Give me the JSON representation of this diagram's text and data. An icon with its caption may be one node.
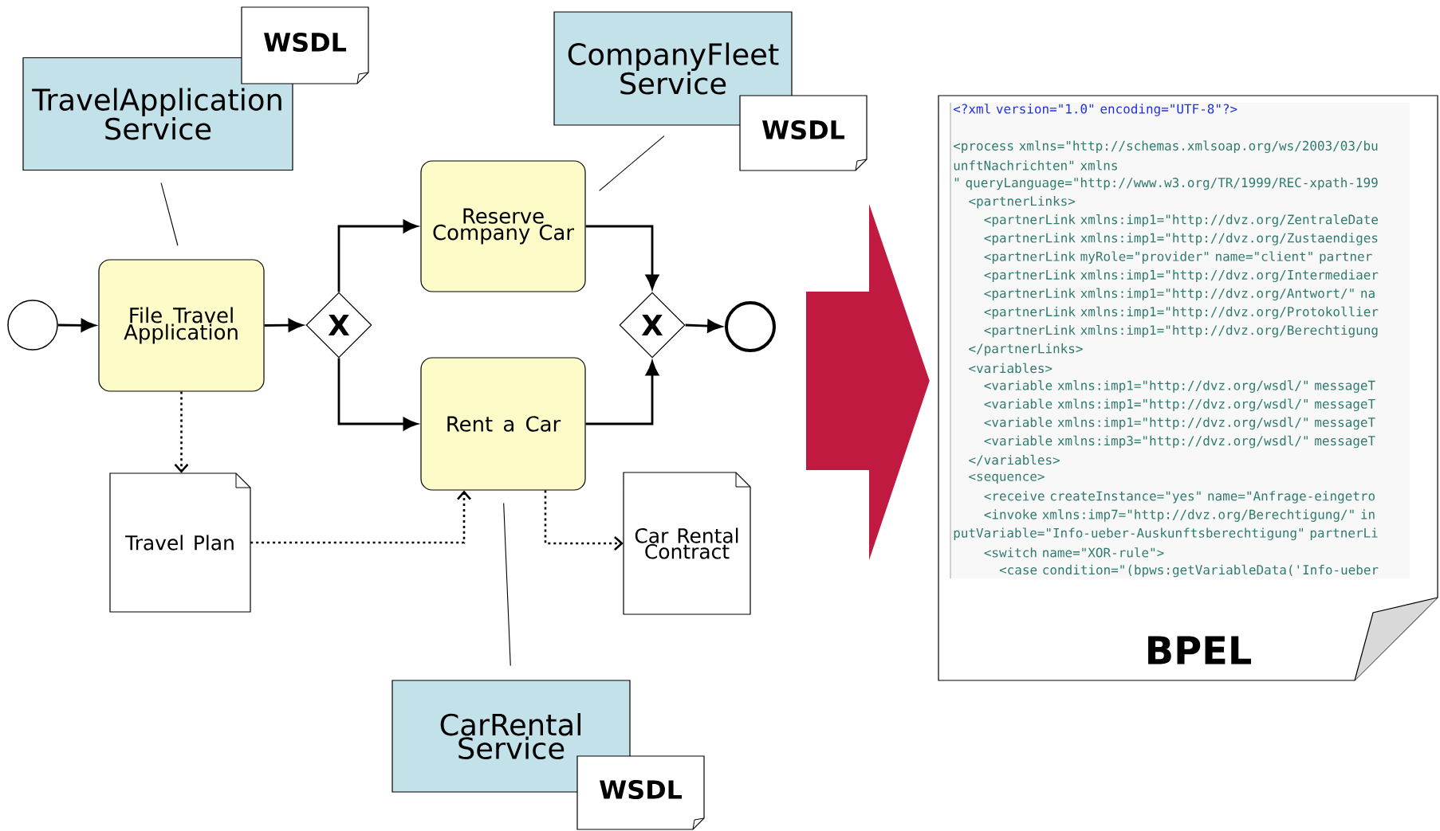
{
  "diagram": {
    "nodes": [
      {
        "text": [
          "TravelApplication Service"
        ]
      },
      {
        "text": [
          "WSDL"
        ]
      },
      {
        "text": [
          "CompanyFleet Service"
        ]
      },
      {
        "text": [
          "WSDL"
        ]
      },
      {
        "text": [],
        "shape": "circle"
      },
      {
        "text": [
          "File Travel Application"
        ]
      },
      {
        "text": [
          "X"
        ]
      },
      {
        "text": [
          "Reserve Company Car"
        ]
      },
      {
        "text": [
          "Rent a Car"
        ]
      },
      {
        "text": [
          "X"
        ]
      },
      {
        "text": [],
        "shape": "circle"
      },
      {
        "text": [
          "Travel Plan"
        ]
      },
      {
        "text": [
          "Car Rental Contract"
        ]
      },
      {
        "text": [
          "CarRental Service"
        ]
      },
      {
        "text": [
          "WSDL"
        ]
      },
      {
        "text": [
          "BPEL"
        ]
      }
    ],
    "edges": [
      {
        "from": 4,
        "to": 5,
        "arrow": "to"
      },
      {
        "from": 5,
        "to": 6,
        "arrow": "to"
      },
      {
        "from": 6,
        "to": 7,
        "arrow": "to"
      },
      {
        "from": 6,
        "to": 8,
        "arrow": "to"
      },
      {
        "from": 7,
        "to": 9,
        "arrow": "to"
      },
      {
        "from": 8,
        "to": 9,
        "arrow": "to"
      },
      {
        "from": 9,
        "to": 10,
        "arrow": "to"
      },
      {
        "from": 5,
        "to": 11,
        "arrow": "to",
        "style": "dashed"
      },
      {
        "from": 11,
        "to": 8,
        "arrow": "to",
        "style": "dashed"
      },
      {
        "from": 8,
        "to": 12,
        "arrow": "to",
        "style": "dashed"
      },
      {
        "from": 0,
        "to": 5,
        "arrow": "none"
      },
      {
        "from": 2,
        "to": 7,
        "arrow": "none"
      },
      {
        "from": 13,
        "to": 8,
        "arrow": "none"
      },
      {
        "from": null,
        "to": 15,
        "arrow": "to",
        "color": "#c01a40"
      }
    ],
    "labels": [
      "<?xml version=\"1.0\" encoding=\"UTF-8\"?>",
      "<process xmlns=\"http://schemas.xmlsoap.org/ws/2003/03/bu",
      "unftNachrichten\" xmlns",
      "\" queryLanguage=\"http://www.w3.org/TR/1999/REC-xpath-199",
      "<partnerLinks>",
      "<partnerLink xmlns:imp1=\"http://dvz.org/ZentraleDate",
      "<partnerLink xmlns:imp1=\"http://dvz.org/Zustaendiges",
      "<partnerLink myRole=\"provider\" name=\"client\" partner",
      "<partnerLink xmlns:imp1=\"http://dvz.org/Intermediaer",
      "<partnerLink xmlns:imp1=\"http://dvz.org/Antwort/\" na",
      "<partnerLink xmlns:imp1=\"http://dvz.org/Protokollier",
      "<partnerLink xmlns:imp1=\"http://dvz.org/Berechtigung",
      "</partnerLinks>",
      "<variables>",
      "<variable xmlns:imp1=\"http://dvz.org/wsdl/\" messageT",
      "<variable xmlns:imp1=\"http://dvz.org/wsdl/\" messageT",
      "<variable xmlns:imp1=\"http://dvz.org/wsdl/\" messageT",
      "<variable xmlns:imp3=\"http://dvz.org/wsdl/\" messageT",
      "</variables>",
      "<sequence>",
      "<receive createInstance=\"yes\" name=\"Anfrage-eingetro",
      "<invoke xmlns:imp7=\"http://dvz.org/Berechtigung/\" in",
      "putVariable=\"Info-ueber-Auskunftsberechtigung\" partnerLi",
      "<switch name=\"XOR-rule\">",
      "<case condition=\"(bpws:getVariableData('Info-ueber"
    ]
  }
}
